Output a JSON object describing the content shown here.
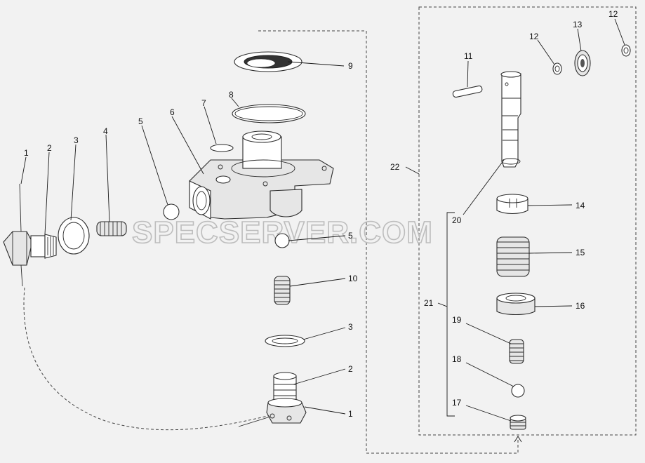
{
  "watermark": "SPECSERVER.COM",
  "labels": {
    "l1a": "1",
    "l2a": "2",
    "l3a": "3",
    "l4": "4",
    "l5a": "5",
    "l6": "6",
    "l7": "7",
    "l8": "8",
    "l9": "9",
    "l5b": "5",
    "l10": "10",
    "l3b": "3",
    "l2b": "2",
    "l1b": "1",
    "l11": "11",
    "l12a": "12",
    "l13": "13",
    "l12b": "12",
    "l22": "22",
    "l20": "20",
    "l14": "14",
    "l15": "15",
    "l21": "21",
    "l16": "16",
    "l19": "19",
    "l18": "18",
    "l17": "17"
  }
}
